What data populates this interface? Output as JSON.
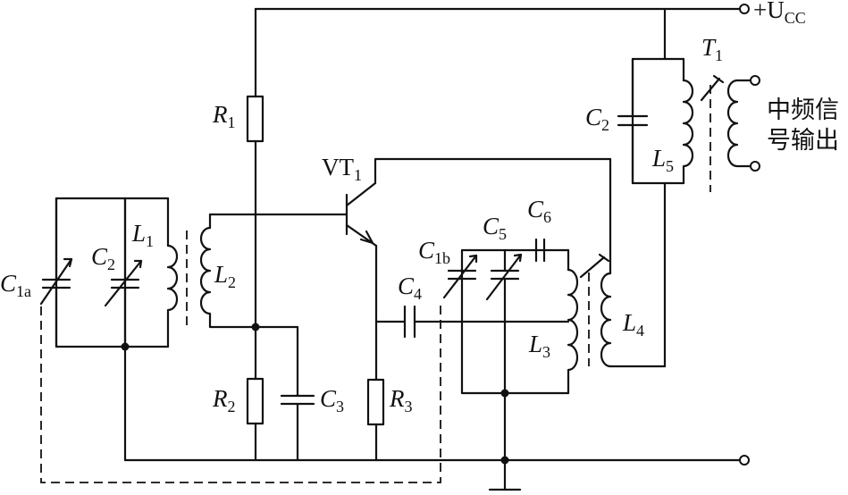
{
  "diagram": {
    "labels": {
      "supply": {
        "prefix": "+U",
        "sub": "CC"
      },
      "vt1": {
        "main": "VT",
        "sub": "1"
      },
      "r1": {
        "main": "R",
        "sub": "1"
      },
      "r2": {
        "main": "R",
        "sub": "2"
      },
      "r3": {
        "main": "R",
        "sub": "3"
      },
      "c1a": {
        "main": "C",
        "sub": "1a"
      },
      "c1b": {
        "main": "C",
        "sub": "1b"
      },
      "c2_left": {
        "main": "C",
        "sub": "2"
      },
      "c2_right": {
        "main": "C",
        "sub": "2"
      },
      "c3": {
        "main": "C",
        "sub": "3"
      },
      "c4": {
        "main": "C",
        "sub": "4"
      },
      "c5": {
        "main": "C",
        "sub": "5"
      },
      "c6": {
        "main": "C",
        "sub": "6"
      },
      "l1": {
        "main": "L",
        "sub": "1"
      },
      "l2": {
        "main": "L",
        "sub": "2"
      },
      "l3": {
        "main": "L",
        "sub": "3"
      },
      "l4": {
        "main": "L",
        "sub": "4"
      },
      "l5": {
        "main": "L",
        "sub": "5"
      },
      "t1": {
        "main": "T",
        "sub": "1"
      },
      "output_line1": "中频信",
      "output_line2": "号输出"
    }
  }
}
